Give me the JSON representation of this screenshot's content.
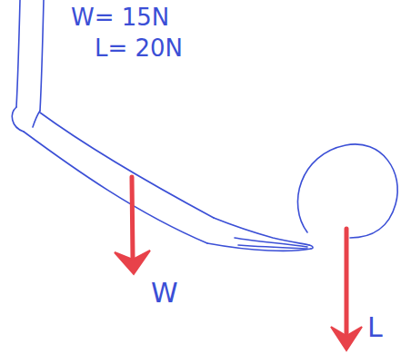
{
  "diagram": {
    "labels": [
      "W= 15N",
      "L= 20N",
      "W",
      "L"
    ]
  }
}
